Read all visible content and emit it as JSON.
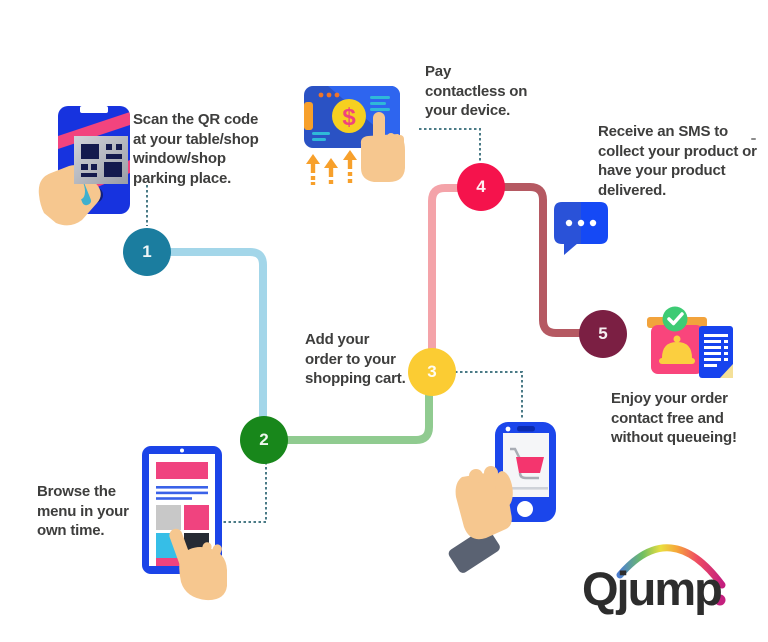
{
  "background": "#ffffff",
  "text_color": "#3e3e3d",
  "steps": [
    {
      "number": "1",
      "circle_color": "#1b7d9f",
      "label": "Scan the QR code\nat your table/shop\nwindow/shop\nparking place."
    },
    {
      "number": "2",
      "circle_color": "#18871b",
      "label": "Browse the\nmenu in your\nown time."
    },
    {
      "number": "3",
      "circle_color": "#fbcc33",
      "label": "Add your\norder to your\nshopping cart."
    },
    {
      "number": "4",
      "circle_color": "#f5134c",
      "label": "Pay\ncontactless on\nyour device."
    },
    {
      "number": "5",
      "circle_color": "#7b1f43",
      "label": "Receive an SMS to\ncollect your product or\nhave your product\ndelivered.",
      "label_secondary": "Enjoy your order\ncontact free and\nwithout queueing!"
    }
  ],
  "connectors": {
    "step1_to_2": "#a3d6e9",
    "step2_to_3": "#90cb90",
    "step3_to_4": "#f4a3a9",
    "step4_to_5": "#b55962",
    "icon_links": "#4a7a86"
  },
  "icons": {
    "step1": "qr-scan-phone-icon",
    "step2": "menu-browse-tablet-icon",
    "step3": "shopping-cart-phone-icon",
    "step4": {
      "name": "contactless-payment-icon",
      "currency_symbol": "$"
    },
    "step5_sms": "sms-chat-bubble-icon",
    "step5_order": "order-box-bell-receipt-icon"
  },
  "palette": {
    "phone_blue": "#1b44e8",
    "pink": "#f0437f",
    "hand_tan": "#f6c78f",
    "orange": "#f7a02b",
    "coin_yellow": "#f6d020",
    "teal": "#2fb9d8",
    "sms_blue_left": "#2a52d8",
    "sms_blue_right": "#1549f5",
    "box_pink": "#f9457c",
    "lid_orange": "#f2a33c",
    "bell_yellow": "#fbcf3f",
    "check_green": "#3dcb74",
    "receipt_blue": "#1743ee",
    "sleeve_gray": "#5a6272"
  },
  "logo": {
    "text": "Qjump",
    "dot_color": "#c4207e",
    "text_color": "#2d2d2d"
  }
}
